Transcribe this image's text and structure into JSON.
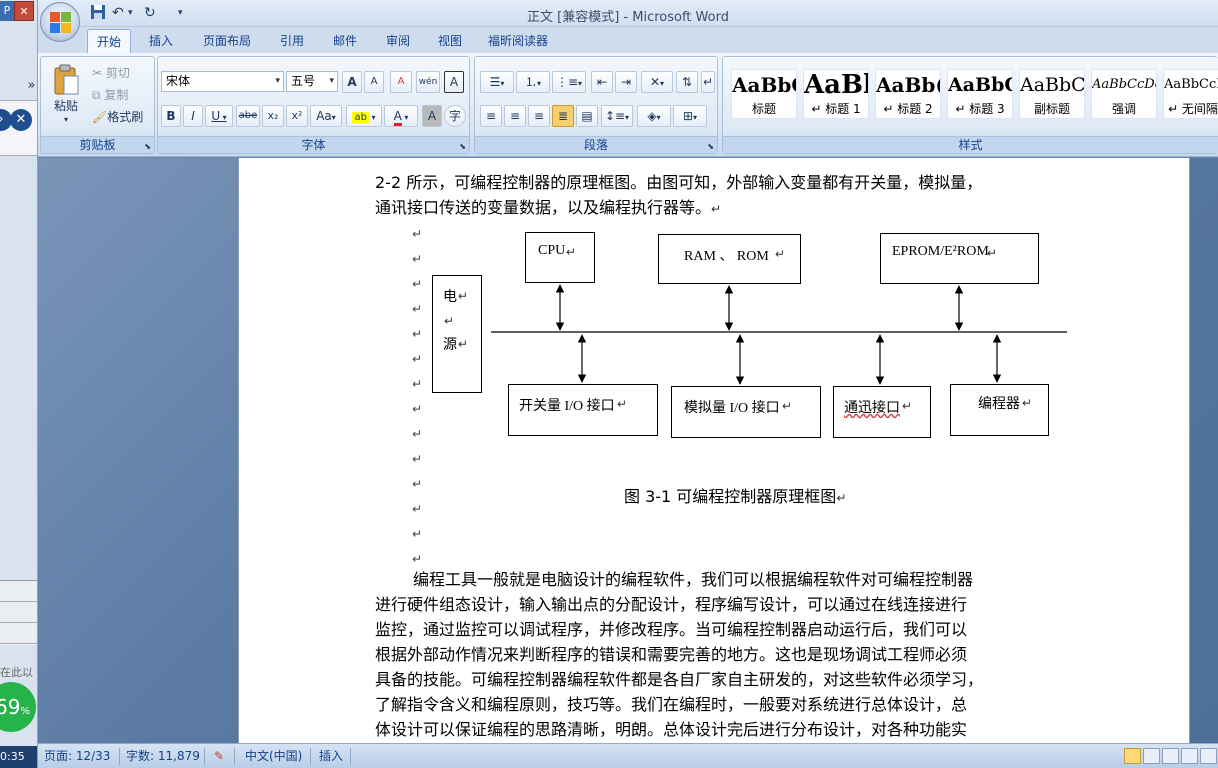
{
  "window": {
    "title": "正文 [兼容模式] - Microsoft Word"
  },
  "left_app": {
    "text_fragment": "在此以",
    "percent": "69",
    "percent_sign": "%",
    "time": "0:35"
  },
  "tabs": [
    {
      "label": "开始",
      "active": true
    },
    {
      "label": "插入"
    },
    {
      "label": "页面布局"
    },
    {
      "label": "引用"
    },
    {
      "label": "邮件"
    },
    {
      "label": "审阅"
    },
    {
      "label": "视图"
    },
    {
      "label": "福昕阅读器"
    }
  ],
  "clipboard": {
    "paste": "粘贴",
    "cut": "剪切",
    "copy": "复制",
    "format_painter": "格式刷",
    "group_label": "剪贴板"
  },
  "font": {
    "name": "宋体",
    "size": "五号",
    "group_label": "字体",
    "bold": "B",
    "italic": "I",
    "underline": "U",
    "strike": "abe",
    "sub": "x₂",
    "sup": "x²",
    "case": "Aa",
    "char_border": "A",
    "grow": "A",
    "shrink": "A",
    "clear": "A"
  },
  "paragraph": {
    "group_label": "段落"
  },
  "styles": {
    "group_label": "样式",
    "items": [
      {
        "sample": "AaBbC",
        "name": "标题"
      },
      {
        "sample": "AaBl",
        "name": "↵ 标题 1"
      },
      {
        "sample": "AaBb(",
        "name": "↵ 标题 2"
      },
      {
        "sample": "AaBbC",
        "name": "↵ 标题 3"
      },
      {
        "sample": "AaBbC",
        "name": "副标题"
      },
      {
        "sample": "AaBbCcDc",
        "name": "强调"
      },
      {
        "sample": "AaBbCcD",
        "name": "↵ 无间隔"
      }
    ]
  },
  "document": {
    "intro_lines": [
      "2-2 所示，可编程控制器的原理框图。由图可知，外部输入变量都有开关量，模拟量，",
      "通讯接口传送的变量数据，以及编程执行器等。"
    ],
    "return_mark": "↵",
    "diagram": {
      "top_boxes": [
        "CPU",
        "RAM 、 ROM",
        "EPROM/E²ROM"
      ],
      "power_chars": [
        "电",
        "↵",
        "源"
      ],
      "bottom_boxes": [
        "开关量 I/O 接口",
        "模拟量 I/O 接口",
        "通迅接口",
        "编程器"
      ]
    },
    "caption": "图 3-1  可编程控制器原理框图",
    "body_lines": [
      "编程工具一般就是电脑设计的编程软件，我们可以根据编程软件对可编程控制器",
      "进行硬件组态设计，输入输出点的分配设计，程序编写设计，可以通过在线连接进行",
      "监控，通过监控可以调试程序，并修改程序。当可编程控制器启动运行后，我们可以",
      "根据外部动作情况来判断程序的错误和需要完善的地方。这也是现场调试工程师必须",
      "具备的技能。可编程控制器编程软件都是各自厂家自主研发的，对这些软件必须学习，",
      "了解指令含义和编程原则，技巧等。我们在编程时，一般要对系统进行总体设计，总",
      "体设计可以保证编程的思路清晰，明朗。总体设计完后进行分布设计，对各种功能实"
    ]
  },
  "status": {
    "page": "页面: 12/33",
    "words": "字数: 11,879",
    "language": "中文(中国)",
    "mode": "插入"
  }
}
